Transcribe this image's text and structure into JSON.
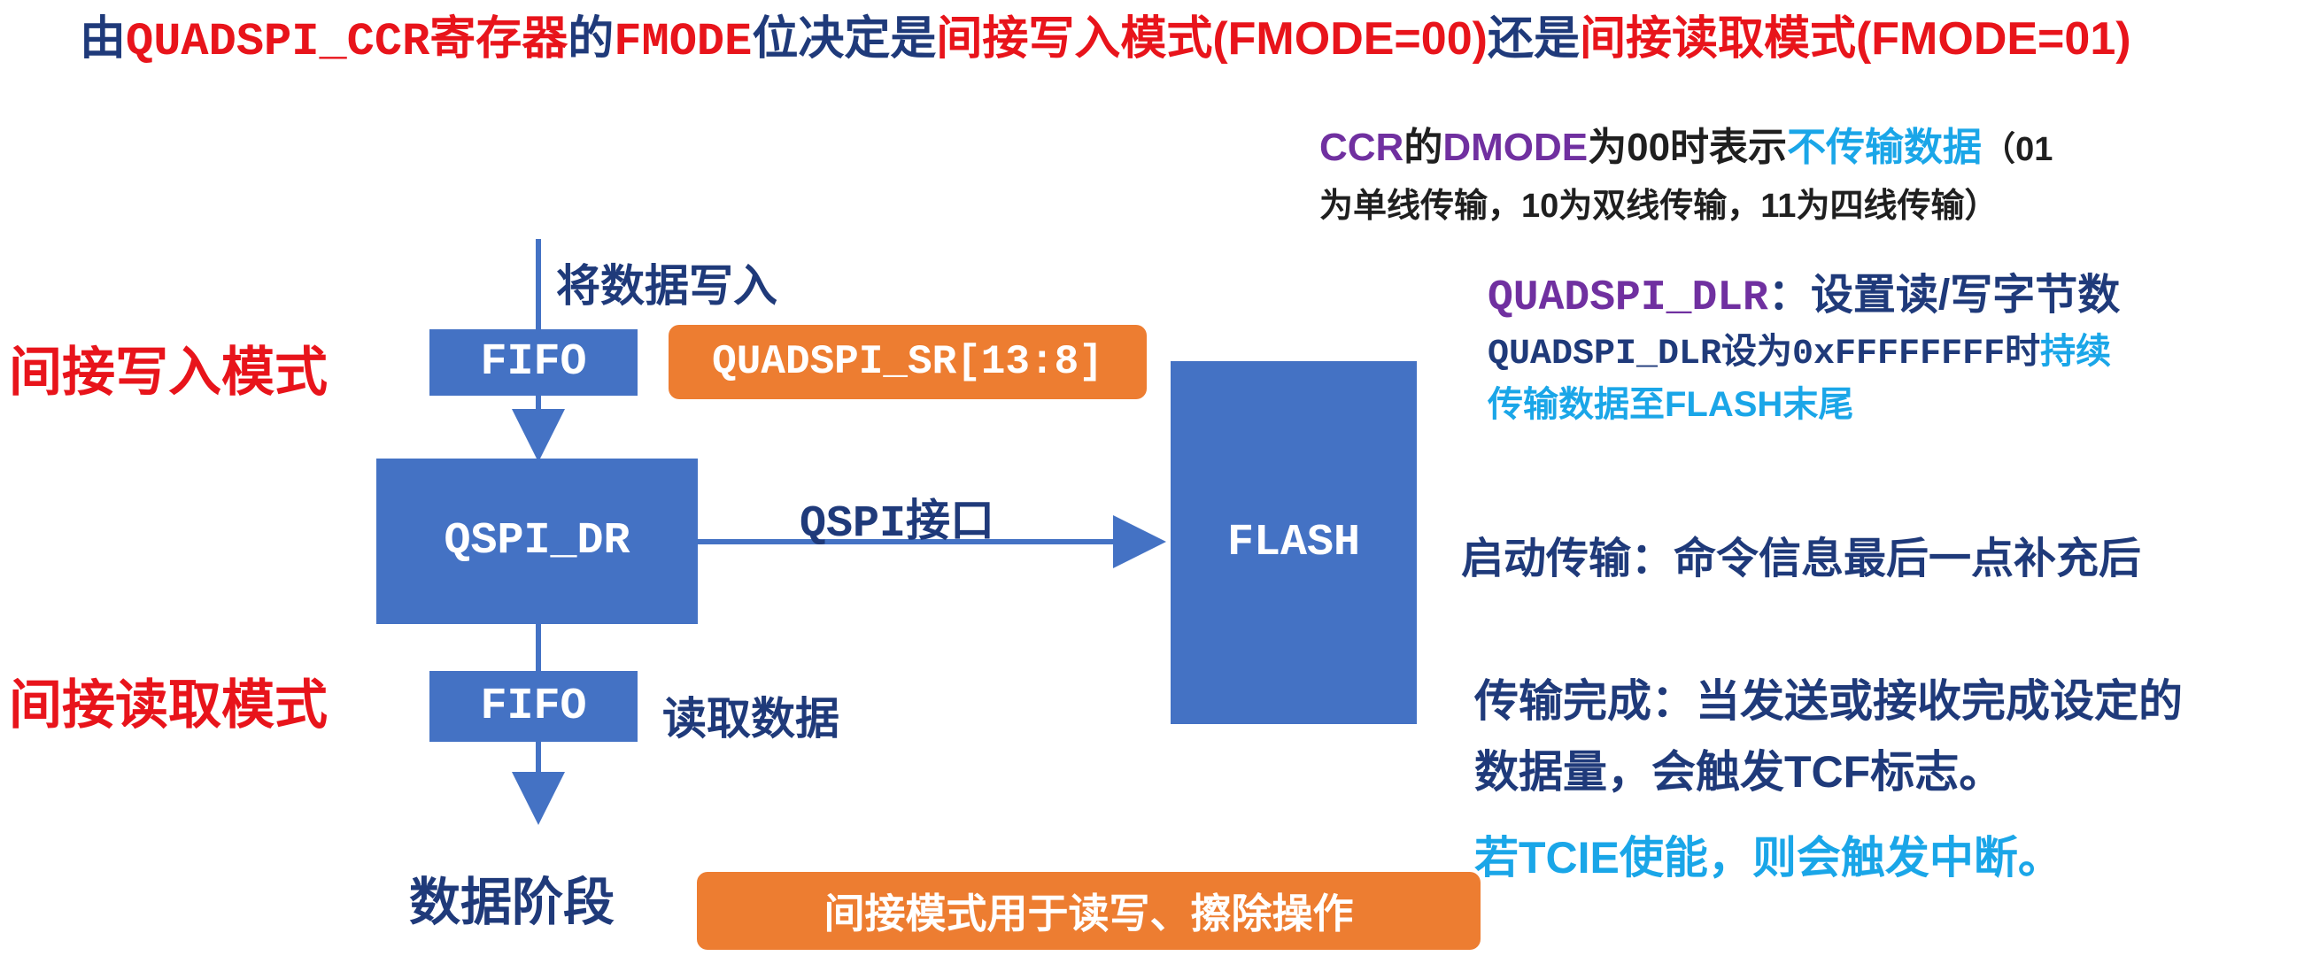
{
  "title": {
    "p1": "由",
    "p2": "QUADSPI_CCR寄存器",
    "p3": "的",
    "p4": "FMODE",
    "p5": "位决定是",
    "p6": "间接写入模式(FMODE=00)",
    "p7": "还是",
    "p8": "间接读取模式(FMODE=01)"
  },
  "modes": {
    "write": "间接写入模式",
    "read": "间接读取模式"
  },
  "diagram": {
    "write_label": "将数据写入",
    "fifo_top": "FIFO",
    "status_register": "QUADSPI_SR[13:8]",
    "data_register": "QSPI_DR",
    "interface_label": "QSPI接口",
    "flash": "FLASH",
    "fifo_bottom": "FIFO",
    "read_label": "读取数据",
    "data_phase": "数据阶段",
    "usage": "间接模式用于读写、擦除操作"
  },
  "notes": {
    "dmode": {
      "p1": "CCR",
      "p2": "的",
      "p3": "DMODE",
      "p4": "为00时表示",
      "p5": "不传输数据",
      "p6": "（01",
      "line2": "为单线传输，10为双线传输，11为四线传输）"
    },
    "dlr": {
      "reg": "QUADSPI_DLR",
      "desc": "：设置读/写字节数",
      "line2a": "QUADSPI_DLR设为0xFFFFFFFF时",
      "line2b": "持续",
      "line3": "传输数据至FLASH末尾"
    },
    "start": "启动传输：命令信息最后一点补充后",
    "complete_line1": "传输完成：当发送或接收完成设定的",
    "complete_line2": "数据量，会触发TCF标志。",
    "tcie": "若TCIE使能，则会触发中断。"
  },
  "colors": {
    "box_blue": "#4472c4",
    "box_orange": "#ed7d31",
    "accent_red": "#e8141b",
    "accent_cyan": "#1aa6e8",
    "accent_purple": "#7030a0",
    "text_navy": "#1f3a7a"
  }
}
